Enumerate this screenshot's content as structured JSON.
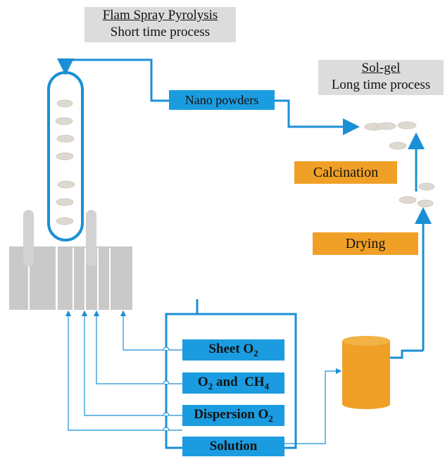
{
  "titles": {
    "fsp_name": "Flam Spray Pyrolysis",
    "fsp_desc": "Short time process",
    "solgel_name": "Sol-gel",
    "solgel_desc": "Long time process"
  },
  "labels": {
    "nano_powders": "Nano powders",
    "calcination": "Calcination",
    "drying": "Drying",
    "sheet": "Sheet O",
    "sheet_sub": "2",
    "o2_ch4_a": "O",
    "o2_ch4_sub1": "2",
    "o2_ch4_b": " and  CH",
    "o2_ch4_sub2": "4",
    "dispersion": "Dispersion O",
    "dispersion_sub": "2",
    "solution": "Solution"
  },
  "colors": {
    "line_blue": "#1b8fd6",
    "box_blue": "#1b9ce0",
    "orange": "#f0a027",
    "grey_box": "#dcdcdc",
    "burner": "#c9c9c9"
  }
}
